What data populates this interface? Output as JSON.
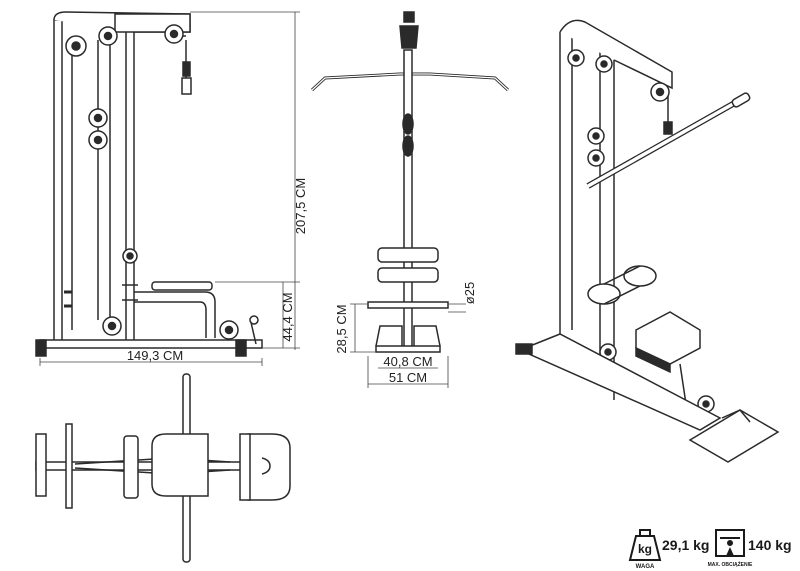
{
  "dimensions": {
    "height": "207,5 CM",
    "seat_height": "44,4 CM",
    "length": "149,3 CM",
    "tube_diameter": "ø25",
    "front_height": "28,5 CM",
    "inner_width": "40,8 CM",
    "outer_width": "51 CM"
  },
  "specs": {
    "weight_icon_text": "kg",
    "weight_value": "29,1 kg",
    "weight_caption": "WAGA",
    "max_load_value": "140 kg",
    "max_load_caption": "MAX. OBCIĄŻENIE"
  },
  "colors": {
    "line": "#2a2a2a",
    "fill": "#ffffff",
    "dark": "#1a1a1a"
  }
}
